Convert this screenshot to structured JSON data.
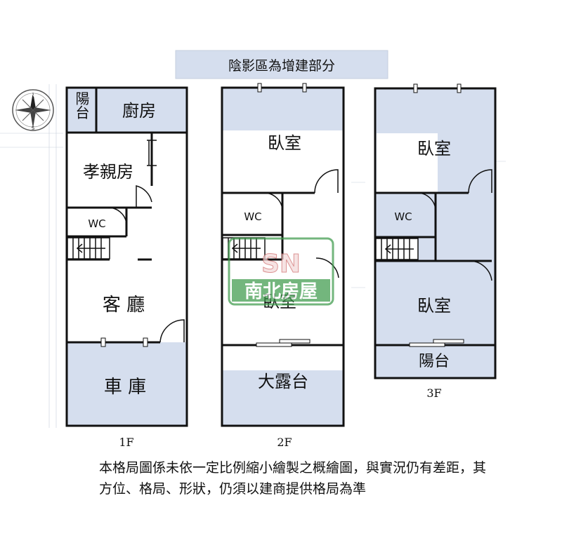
{
  "legend": "陰影區為增建部分",
  "floors": [
    {
      "label": "1F",
      "rooms": {
        "balcony": "陽台",
        "kitchen": "廚房",
        "parents_room": "孝親房",
        "wc": "WC",
        "living_room": "客 廳",
        "garage": "車 庫"
      }
    },
    {
      "label": "2F",
      "rooms": {
        "bedroom_top": "臥室",
        "wc": "WC",
        "bedroom_mid": "臥室",
        "terrace": "大露台"
      }
    },
    {
      "label": "3F",
      "rooms": {
        "bedroom_top": "臥室",
        "wc": "WC",
        "bedroom_mid": "臥室",
        "balcony": "陽台"
      }
    }
  ],
  "compass": {
    "north": "N",
    "south": "S"
  },
  "watermark": {
    "letters": "SN",
    "name": "南北房屋"
  },
  "disclaimer": "本格局圖係未依一定比例縮小繪製之概繪圖，與實況仍有差距，其方位、格局、形狀，仍須以建商提供格局為準",
  "colors": {
    "shaded": "#d5deee",
    "watermark": "#3e9b4c"
  }
}
